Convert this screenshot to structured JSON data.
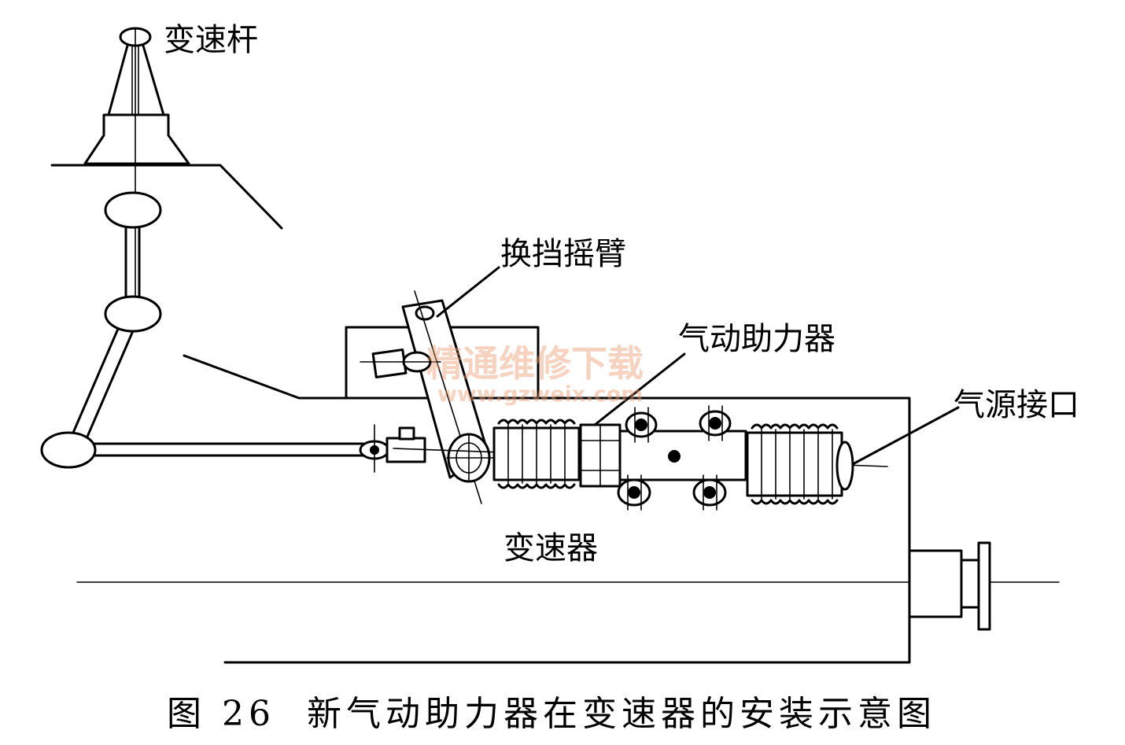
{
  "labels": {
    "shift_lever": "变速杆",
    "shift_rocker_arm": "换挡摇臂",
    "pneumatic_booster": "气动助力器",
    "air_source_port": "气源接口",
    "transmission": "变速器"
  },
  "caption": {
    "number": "图 26",
    "title": "新气动助力器在变速器的安装示意图"
  },
  "watermark": {
    "name": "精通维修下载",
    "url": "www.gzweix.com"
  },
  "colors": {
    "line": "#000000",
    "background": "#ffffff",
    "watermark": "#ec9c72"
  }
}
